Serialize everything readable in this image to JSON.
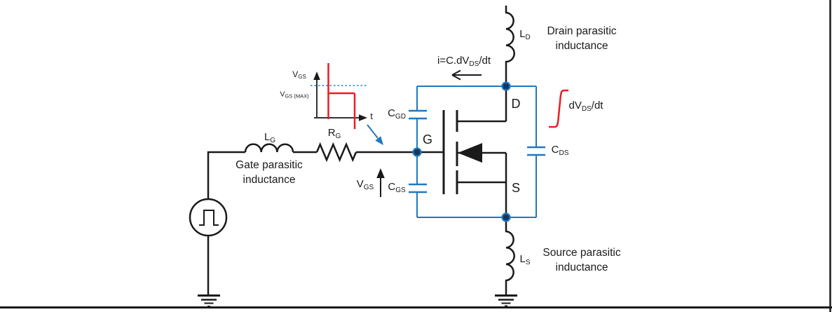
{
  "colors": {
    "wire": "#1a1a1a",
    "accent": "#1f78c1",
    "waveform": "#ee1c23",
    "limit": "#55a0d9",
    "node": "#16365c",
    "axis": "#333333",
    "paper": "#ffffff"
  },
  "labels": {
    "lg": {
      "pre": "L",
      "sub": "G"
    },
    "rg": {
      "pre": "R",
      "sub": "G"
    },
    "ld": {
      "pre": "L",
      "sub": "D"
    },
    "ls": {
      "pre": "L",
      "sub": "S"
    },
    "cgd": {
      "pre": "C",
      "sub": "GD"
    },
    "cgs": {
      "pre": "C",
      "sub": "GS"
    },
    "cds": {
      "pre": "C",
      "sub": "DS"
    },
    "vgs": {
      "pre": "V",
      "sub": "GS"
    },
    "gate": "G",
    "drain": "D",
    "source": "S"
  },
  "equations": {
    "displacement_current": {
      "pre": "i=C.dV",
      "sub": "DS",
      "post": "/dt"
    },
    "slew_rate": {
      "pre": "dV",
      "sub": "DS",
      "post": "/dt"
    }
  },
  "captions": {
    "gate": [
      "Gate parasitic",
      "inductance"
    ],
    "drain": [
      "Drain parasitic",
      "inductance"
    ],
    "source": [
      "Source parasitic",
      "inductance"
    ]
  },
  "inset_chart": {
    "type": "line",
    "y_axis": {
      "pre": "V",
      "sub": "GS"
    },
    "y_max_level": {
      "pre": "V",
      "sub": "GS (MAX)"
    },
    "x_axis": "t"
  }
}
